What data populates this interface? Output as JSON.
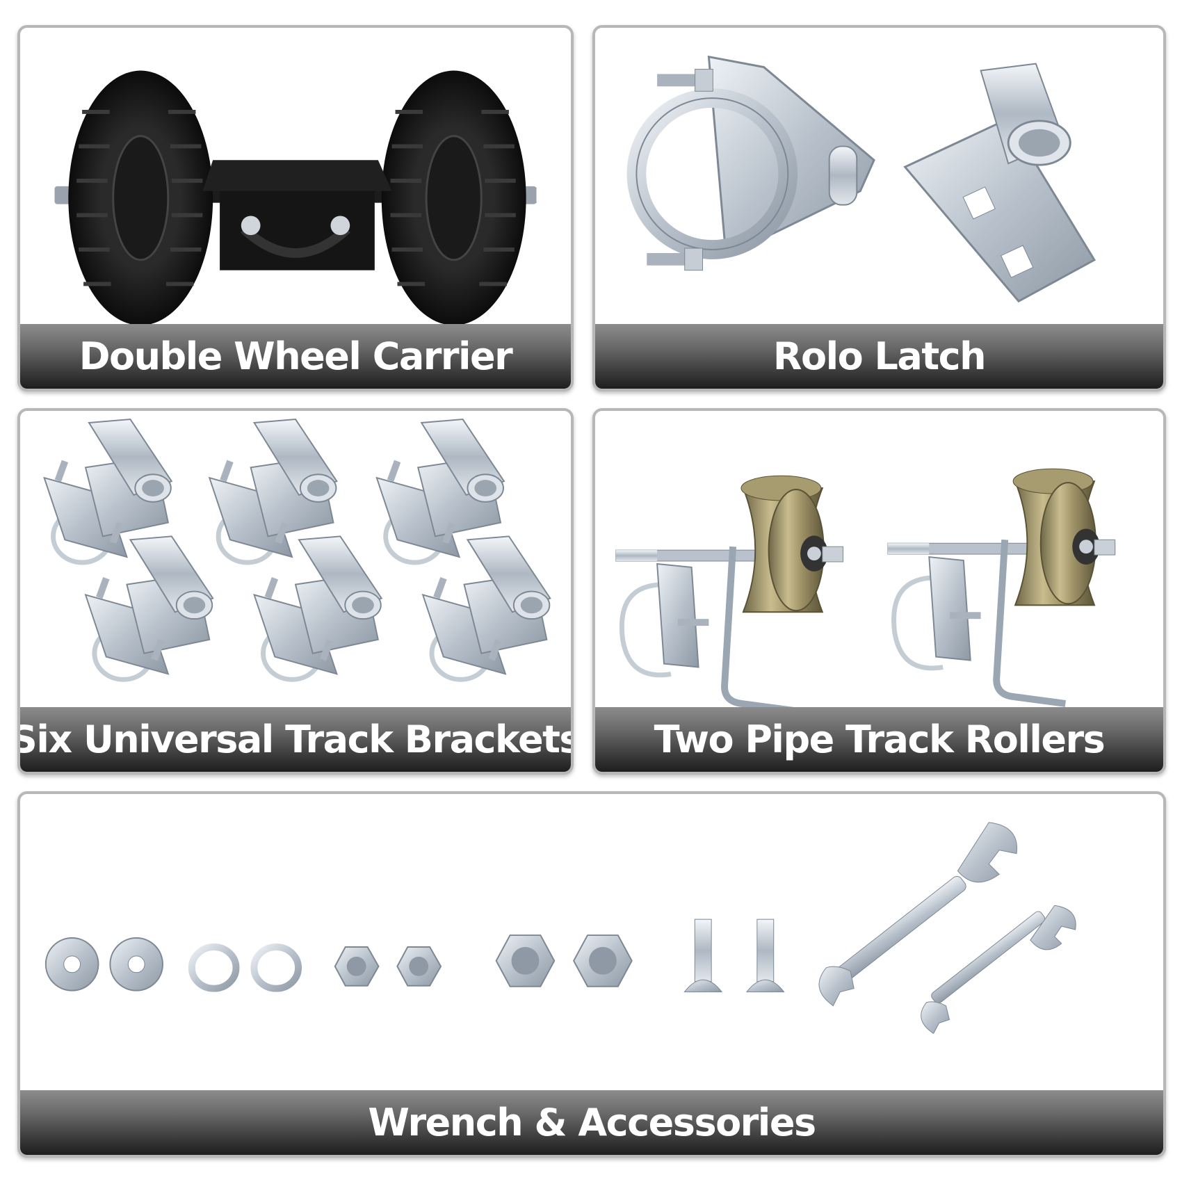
{
  "panels": {
    "wheel_carrier": {
      "title": "Double Wheel Carrier",
      "quantity": 1
    },
    "rolo_latch": {
      "title": "Rolo Latch",
      "quantity": 1
    },
    "track_brackets": {
      "title": "Six Universal Track Brackets",
      "quantity": 6
    },
    "track_rollers": {
      "title": "Two Pipe Track Rollers",
      "quantity": 2
    },
    "accessories": {
      "title": "Wrench & Accessories",
      "items": [
        {
          "name": "flat-washer-icon",
          "quantity": 2
        },
        {
          "name": "spring-washer-icon",
          "quantity": 2
        },
        {
          "name": "small-hex-nut-icon",
          "quantity": 2
        },
        {
          "name": "large-hex-nut-icon",
          "quantity": 2
        },
        {
          "name": "carriage-bolt-icon",
          "quantity": 2
        },
        {
          "name": "open-end-wrench-icon",
          "quantity": 2
        }
      ]
    }
  },
  "colors": {
    "card_border": "#b7b7b7",
    "label_bar_top": "#8c8c8c",
    "label_bar_bottom": "#1e1e1e",
    "label_text": "#ffffff",
    "rubber": "#151515",
    "galvanized_steel": "#c9d0d8",
    "bronze_roller": "#9b8f62"
  }
}
